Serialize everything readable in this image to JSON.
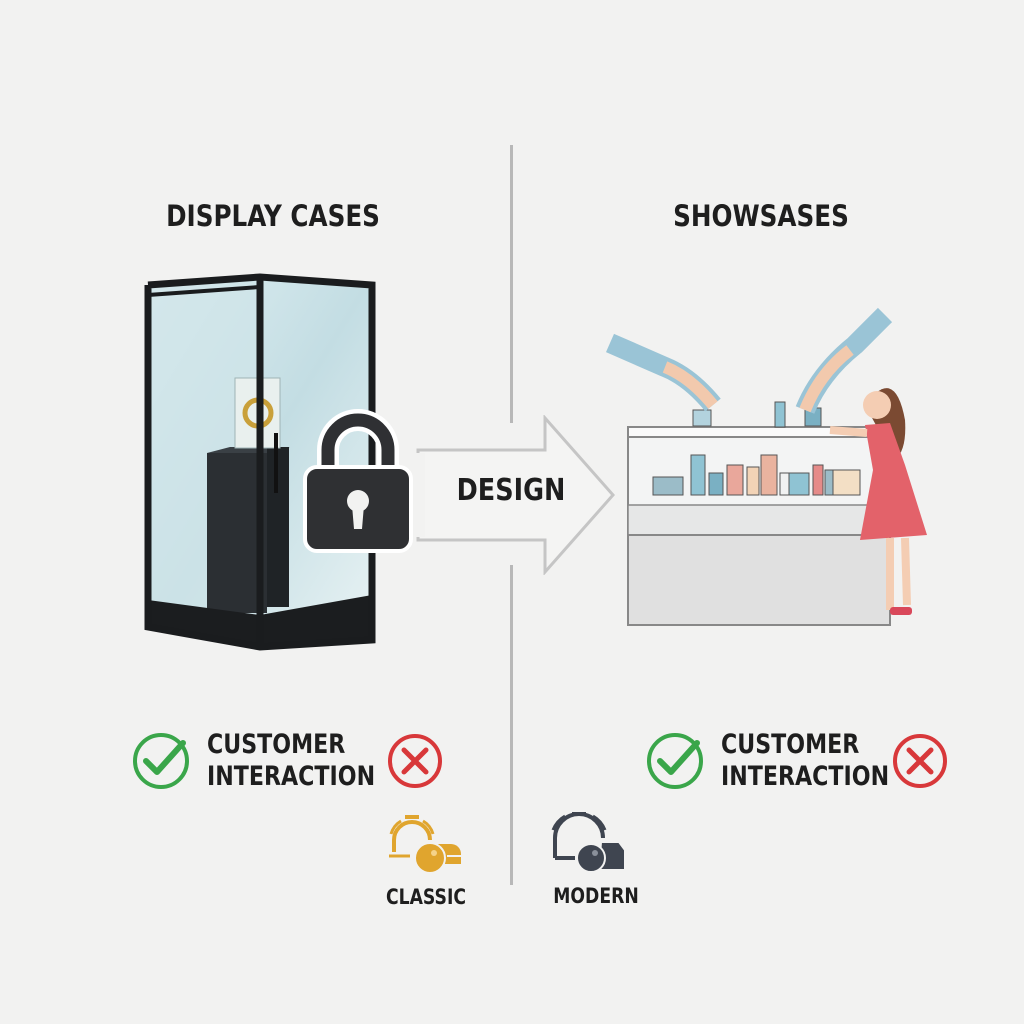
{
  "left_panel": {
    "title": "DISPLAY CASES",
    "feature_label_line1": "CUSTOMER",
    "feature_label_line2": "INTERACTION"
  },
  "center": {
    "arrow_label": "DESIGN"
  },
  "right_panel": {
    "title": "SHOWSASES",
    "feature_label_line1": "CUSTOMER",
    "feature_label_line2": "INTERACTION"
  },
  "styles": {
    "classic_label": "CLASSIC",
    "modern_label": "MODERN"
  },
  "colors": {
    "check": "#3aa64a",
    "cross": "#d8383a",
    "classic": "#e0a52e",
    "modern": "#3f4550"
  }
}
